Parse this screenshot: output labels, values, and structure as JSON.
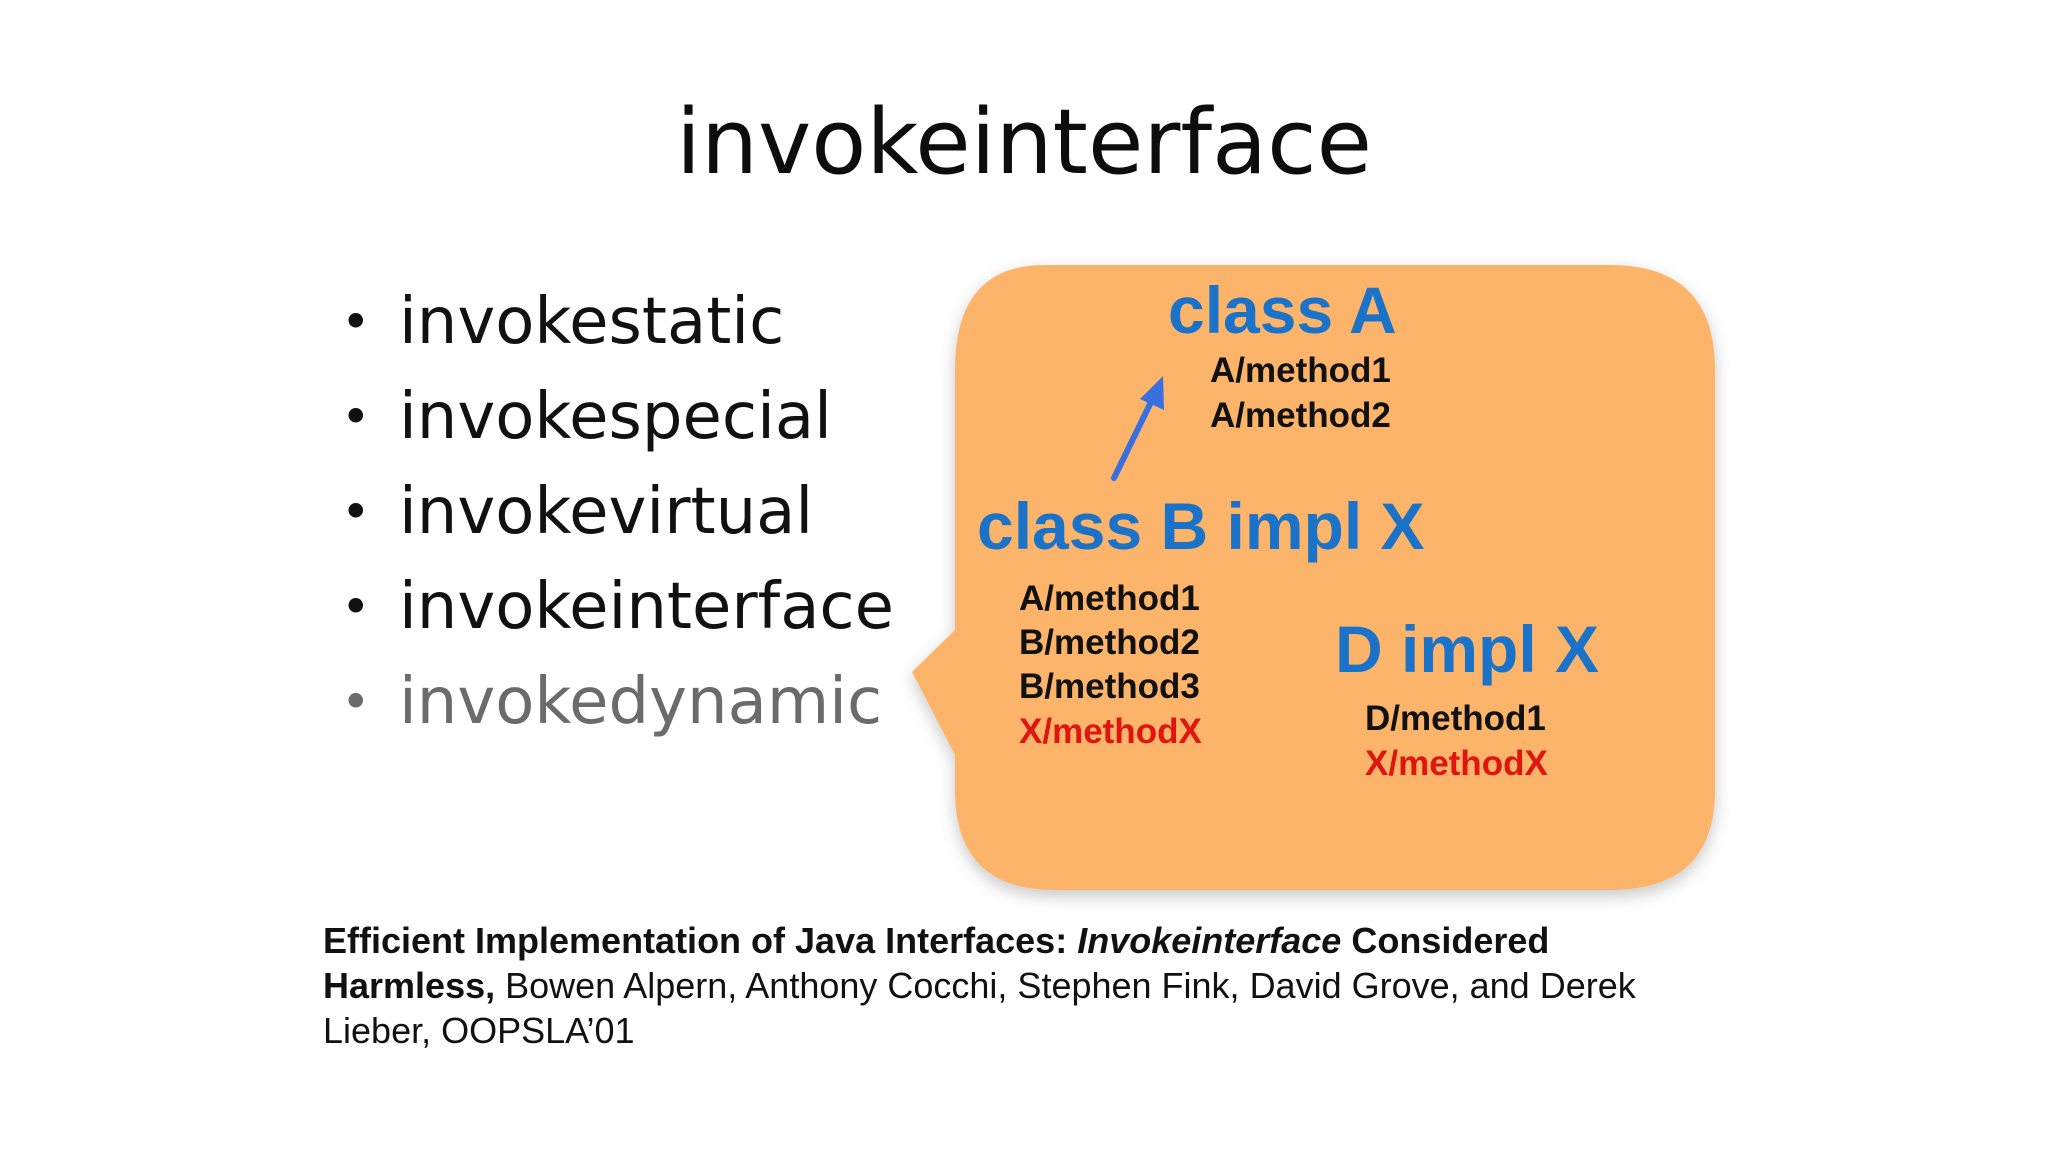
{
  "slide": {
    "title": "invokeinterface",
    "bullets": [
      {
        "text": "invokestatic",
        "dimmed": false
      },
      {
        "text": "invokespecial",
        "dimmed": false
      },
      {
        "text": "invokevirtual",
        "dimmed": false
      },
      {
        "text": "invokeinterface",
        "dimmed": false
      },
      {
        "text": "invokedynamic",
        "dimmed": true
      }
    ],
    "bullet_glyph": "•"
  },
  "diagram": {
    "bubble_color": "#fbb46a",
    "heading_color": "#1a73c8",
    "highlight_color": "#e0150f",
    "arrow_color": "#3a6fe0",
    "class_a": {
      "heading": "class A",
      "methods": [
        "A/method1",
        "A/method2"
      ]
    },
    "class_b": {
      "heading": "class B impl X",
      "methods": [
        "A/method1",
        "B/method2",
        "B/method3",
        "X/methodX"
      ]
    },
    "class_d": {
      "heading": "D impl X",
      "methods": [
        "D/method1",
        "X/methodX"
      ]
    }
  },
  "reference": {
    "title_part1": "Efficient Implementation of Java Interfaces: ",
    "title_italic": "Invokeinterface",
    "title_part2": " Considered Harmless,",
    "authors": "  Bowen Alpern, Anthony Cocchi, Stephen Fink, David Grove, and Derek Lieber, OOPSLA’01"
  }
}
